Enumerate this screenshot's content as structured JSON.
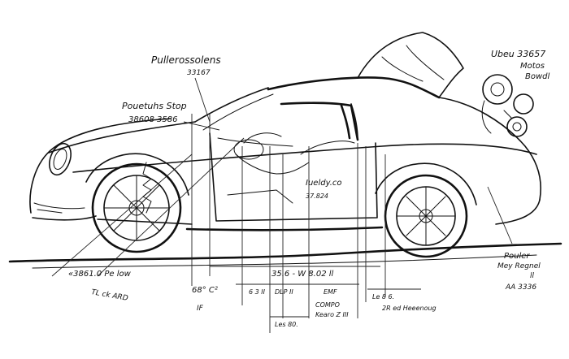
{
  "annotations": {
    "top_left": {
      "line1": "Pullerossolens",
      "line2": "33167"
    },
    "left": {
      "line1": "Pouetuhs Stop",
      "line2": "38608 3586"
    },
    "door": {
      "line1": "Iueldy.co",
      "line2": "37.824"
    },
    "top_right": {
      "line1": "Ubeu 33657",
      "line2": "Motos",
      "line3": "Bowdl"
    },
    "bottom_left": {
      "line1": "«3861.0 Pe low",
      "line2": "TL ck ARD"
    },
    "bottom_right": {
      "line1": "Pouler",
      "line2": "Mey Regnel",
      "line3": "ll",
      "line4": "AA 3336"
    }
  },
  "dimensions": {
    "main_span": "35.6 - W 8.02 ll",
    "temp": "68° C²",
    "if_mark": "IF",
    "dim_a": "6 3 II",
    "dim_b": "DLP II",
    "dim_c": "EMF",
    "dim_d": "COMPO",
    "dim_e": "Kearo Z III",
    "dim_f": "Le 8 6.",
    "dim_g": "2R ed Heeenoug",
    "dim_h": "Les 80."
  }
}
